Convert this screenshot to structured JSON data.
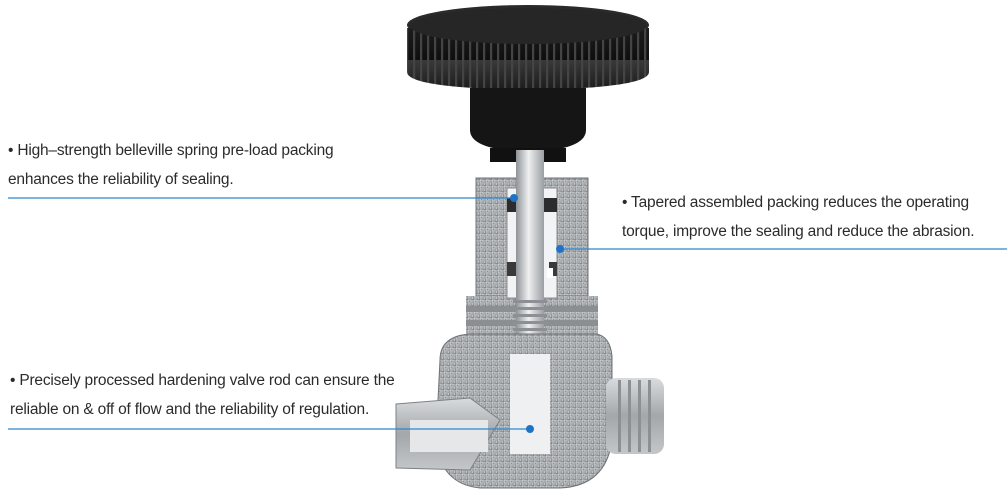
{
  "colors": {
    "leader_line": "#2f86cf",
    "marker_dot": "#1f73c7",
    "knob": "#1c1c1c",
    "steel": "#b9bcbf",
    "steel_dark": "#7d8185",
    "text": "#2b2b2b"
  },
  "callouts": [
    {
      "id": "belleville-spring-packing",
      "lines": [
        "• High–strength belleville spring pre-load packing",
        "enhances the reliability of sealing."
      ]
    },
    {
      "id": "tapered-packing",
      "lines": [
        "• Tapered assembled packing reduces the operating",
        "torque, improve the sealing and reduce the abrasion."
      ]
    },
    {
      "id": "hardened-valve-rod",
      "lines": [
        "• Precisely processed hardening valve rod can ensure the",
        "reliable on & off of flow and the reliability of regulation."
      ]
    }
  ]
}
